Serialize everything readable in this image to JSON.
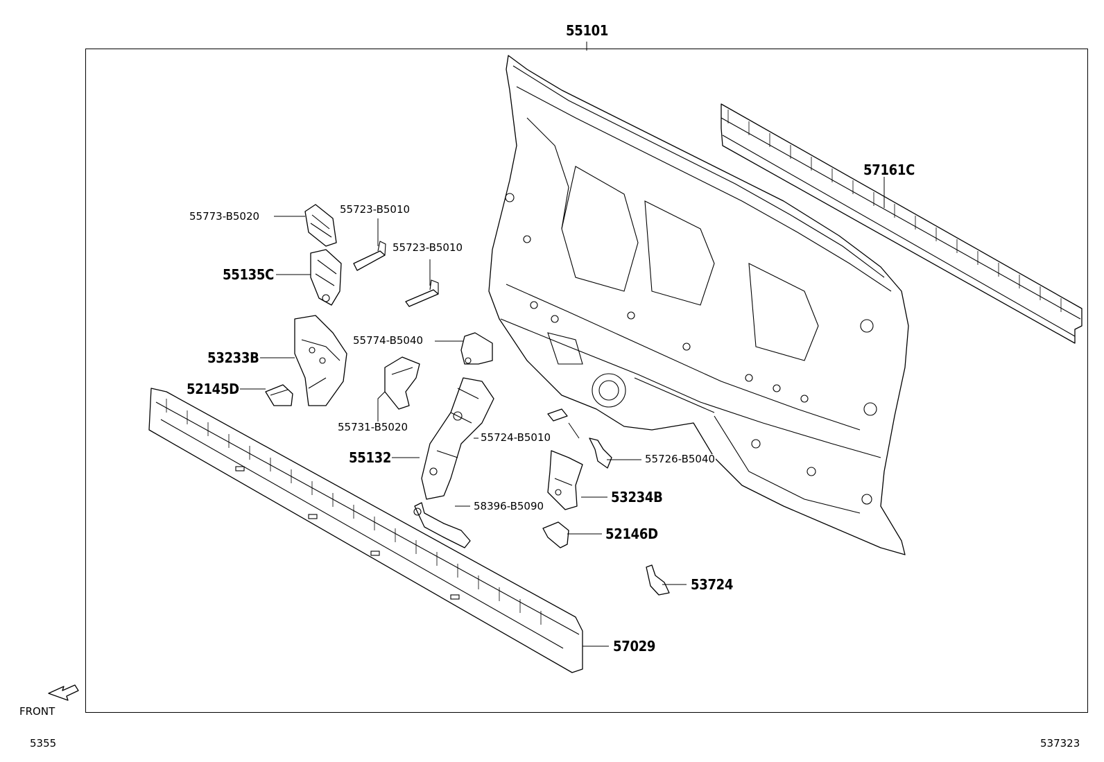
{
  "diagram": {
    "parts": [
      {
        "id": "p55101",
        "label": "55101"
      },
      {
        "id": "p57161c",
        "label": "57161C"
      },
      {
        "id": "p55773",
        "label": "55773-B5020"
      },
      {
        "id": "p55723a",
        "label": "55723-B5010"
      },
      {
        "id": "p55723b",
        "label": "55723-B5010"
      },
      {
        "id": "p55135c",
        "label": "55135C"
      },
      {
        "id": "p53233b",
        "label": "53233B"
      },
      {
        "id": "p55774",
        "label": "55774-B5040"
      },
      {
        "id": "p52145d",
        "label": "52145D"
      },
      {
        "id": "p55731",
        "label": "55731-B5020"
      },
      {
        "id": "p55132",
        "label": "55132"
      },
      {
        "id": "p55724",
        "label": "55724-B5010"
      },
      {
        "id": "p55726",
        "label": "55726-B5040"
      },
      {
        "id": "p53234b",
        "label": "53234B"
      },
      {
        "id": "p58396",
        "label": "58396-B5090"
      },
      {
        "id": "p52146d",
        "label": "52146D"
      },
      {
        "id": "p53724",
        "label": "53724"
      },
      {
        "id": "p57029",
        "label": "57029"
      }
    ],
    "front_label": "FRONT",
    "page_code": "5355",
    "diagram_code": "537323"
  }
}
